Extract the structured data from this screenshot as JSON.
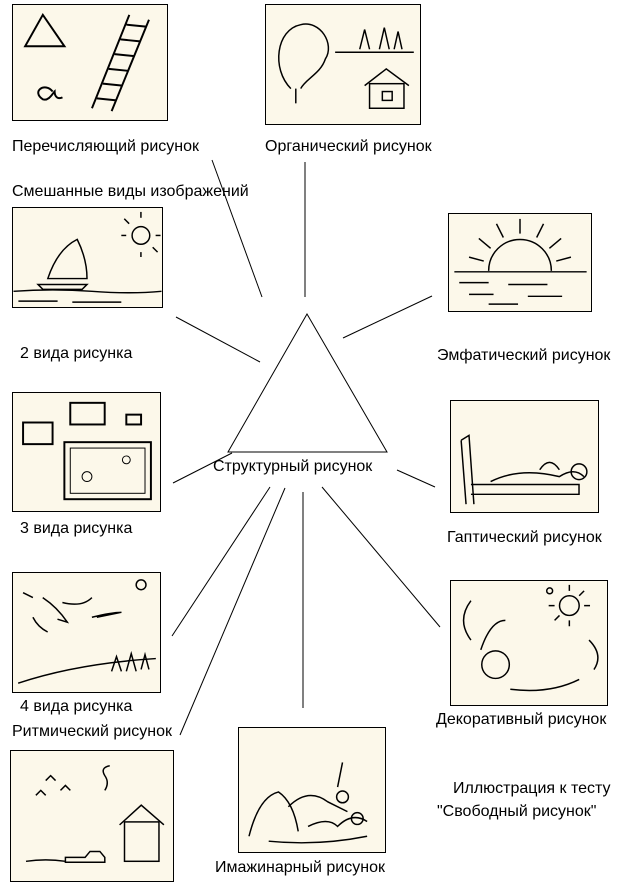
{
  "center_label": "Структурный рисунок",
  "labels": {
    "enumerating": "Перечисляющий рисунок",
    "organic": "Органический рисунок",
    "mixed": "Смешанные виды изображений",
    "two_kinds": "2 вида рисунка",
    "emphatic": "Эмфатический рисунок",
    "three_kinds": "3 вида рисунка",
    "haptic": "Гаптический рисунок",
    "four_kinds": "4 вида рисунка",
    "rhythmic": "Ритмический рисунок",
    "decorative": "Декоративный рисунок",
    "imaginary": "Имажинарный рисунок"
  },
  "caption": {
    "line1": "Иллюстрация к тесту",
    "line2": "\"Свободный рисунок\""
  },
  "colors": {
    "panel": "#fcf8ea",
    "ink": "#000000"
  }
}
